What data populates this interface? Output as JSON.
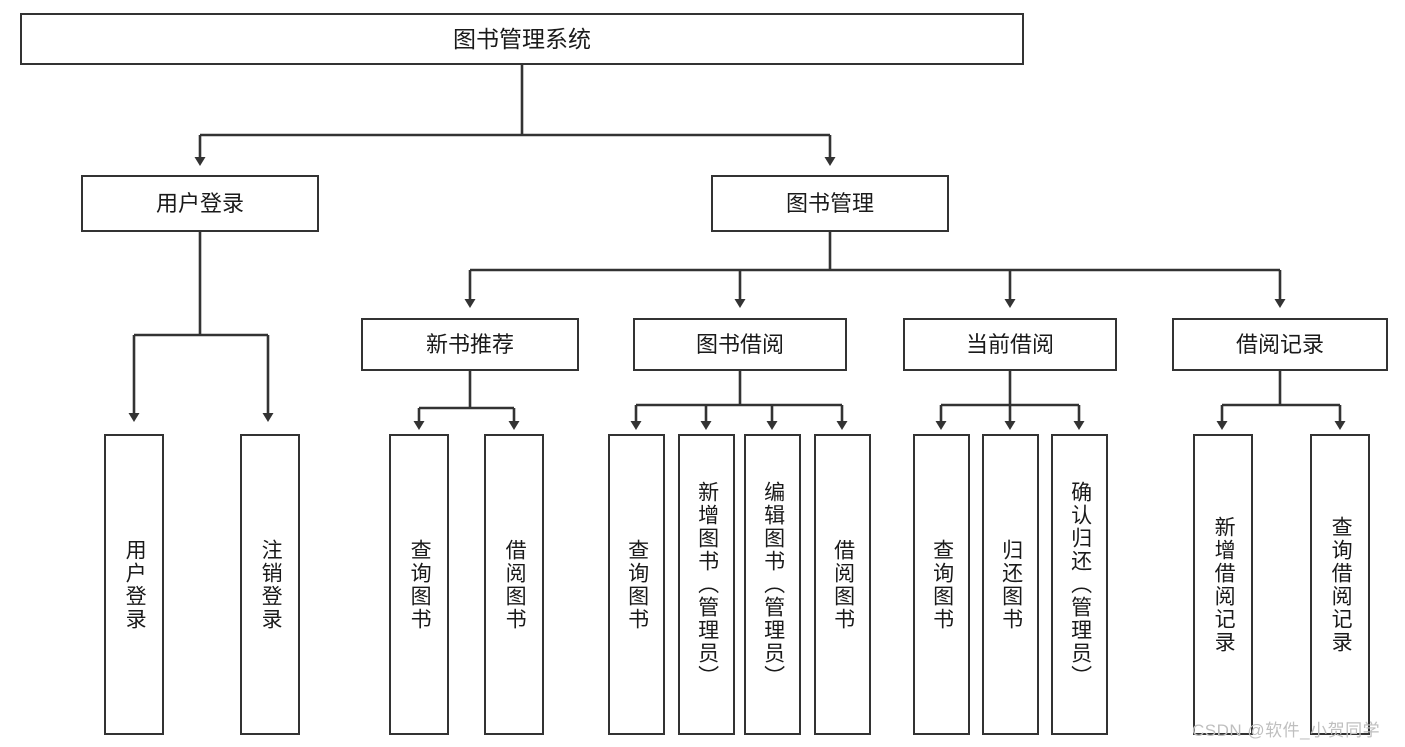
{
  "diagram": {
    "type": "hierarchy-tree",
    "title": "图书管理系统",
    "colors": {
      "stroke": "#333333",
      "fill": "#ffffff",
      "text": "#1a1a1a",
      "watermark": "#bfbfbf"
    },
    "levels": {
      "root": "图书管理系统",
      "level2": [
        "用户登录",
        "图书管理"
      ],
      "level3": [
        "新书推荐",
        "图书借阅",
        "当前借阅",
        "借阅记录"
      ]
    },
    "nodes": {
      "root": "图书管理系统",
      "user_login": "用户登录",
      "book_manage": "图书管理",
      "new_book_rec": "新书推荐",
      "book_borrow": "图书借阅",
      "current_borrow": "当前借阅",
      "borrow_record": "借阅记录",
      "leaf_user_login": "用户登录",
      "leaf_logout": "注销登录",
      "leaf_query_book_1": "查询图书",
      "leaf_borrow_book_1": "借阅图书",
      "leaf_query_book_2": "查询图书",
      "leaf_add_book": "新增图书（管理员）",
      "leaf_edit_book": "编辑图书（管理员）",
      "leaf_borrow_book_2": "借阅图书",
      "leaf_query_book_3": "查询图书",
      "leaf_return_book": "归还图书",
      "leaf_confirm_return": "确认归还（管理员）",
      "leaf_add_record": "新增借阅记录",
      "leaf_query_record": "查询借阅记录"
    },
    "edges": [
      {
        "from": "root",
        "to": "user_login"
      },
      {
        "from": "root",
        "to": "book_manage"
      },
      {
        "from": "user_login",
        "to": "leaf_user_login"
      },
      {
        "from": "user_login",
        "to": "leaf_logout"
      },
      {
        "from": "book_manage",
        "to": "new_book_rec"
      },
      {
        "from": "book_manage",
        "to": "book_borrow"
      },
      {
        "from": "book_manage",
        "to": "current_borrow"
      },
      {
        "from": "book_manage",
        "to": "borrow_record"
      },
      {
        "from": "new_book_rec",
        "to": "leaf_query_book_1"
      },
      {
        "from": "new_book_rec",
        "to": "leaf_borrow_book_1"
      },
      {
        "from": "book_borrow",
        "to": "leaf_query_book_2"
      },
      {
        "from": "book_borrow",
        "to": "leaf_add_book"
      },
      {
        "from": "book_borrow",
        "to": "leaf_edit_book"
      },
      {
        "from": "book_borrow",
        "to": "leaf_borrow_book_2"
      },
      {
        "from": "current_borrow",
        "to": "leaf_query_book_3"
      },
      {
        "from": "current_borrow",
        "to": "leaf_return_book"
      },
      {
        "from": "current_borrow",
        "to": "leaf_confirm_return"
      },
      {
        "from": "borrow_record",
        "to": "leaf_add_record"
      },
      {
        "from": "borrow_record",
        "to": "leaf_query_record"
      }
    ]
  },
  "watermark": {
    "text": "CSDN @软件_小贺同学"
  }
}
